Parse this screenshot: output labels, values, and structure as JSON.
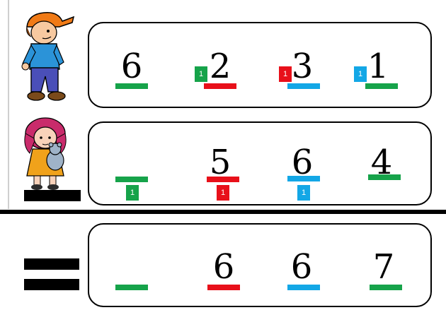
{
  "colors": {
    "green": "#16a34a",
    "red": "#e8101a",
    "blue": "#13a7e6",
    "ink": "#000000"
  },
  "rows": {
    "boy": {
      "digits": [
        "6",
        "2",
        "3",
        "1"
      ],
      "carries": [
        "1",
        "1",
        "1"
      ]
    },
    "girl": {
      "digits": [
        "",
        "5",
        "6",
        "4"
      ],
      "carries": [
        "1",
        "1",
        "1"
      ]
    },
    "result": {
      "digits": [
        "",
        "6",
        "6",
        "7"
      ]
    }
  },
  "figures": {
    "boy_icon": "boy-cartoon-icon",
    "girl_icon": "girl-with-teddy-bear-icon"
  },
  "symbols": {
    "equals_icon": "equals-sign-icon"
  }
}
